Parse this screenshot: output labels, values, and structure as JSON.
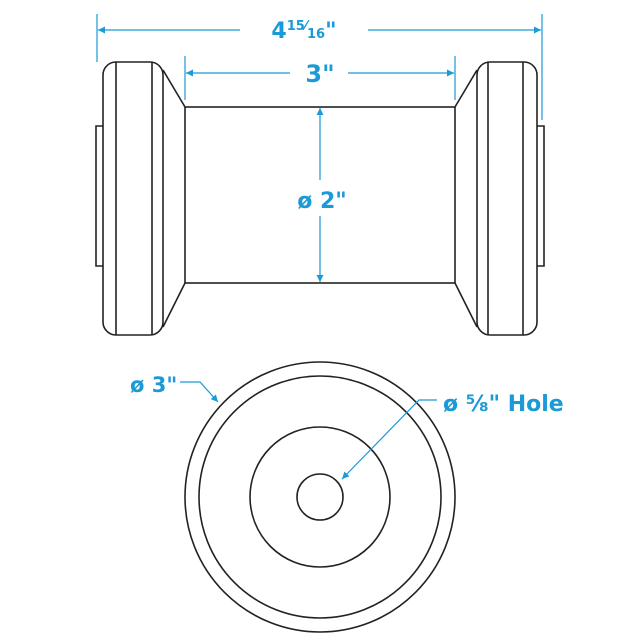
{
  "colors": {
    "dimension": "#1a9ad6",
    "outline": "#222222"
  },
  "side_view": {
    "overall_length": {
      "whole": "4",
      "numerator": "15",
      "denominator": "16",
      "unit": "\""
    },
    "body_length": "3\"",
    "body_diameter": "ø 2\""
  },
  "end_view": {
    "outer_diameter": "ø 3\"",
    "hole_label": {
      "symbol": "ø",
      "fraction": "⅝",
      "unit": "\"",
      "word": "Hole"
    }
  }
}
